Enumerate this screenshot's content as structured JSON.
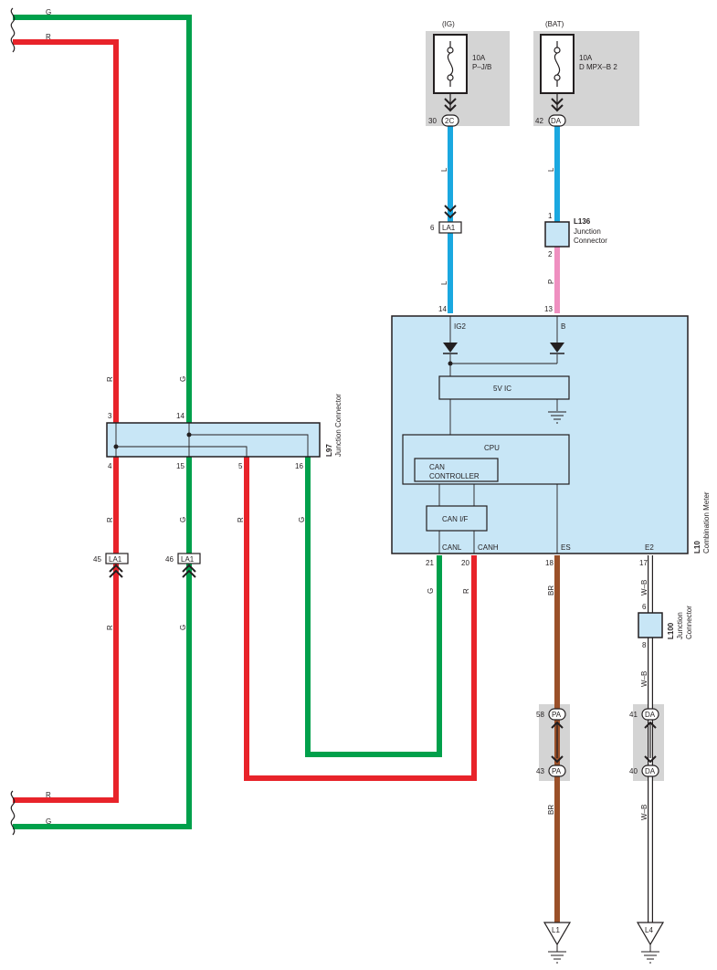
{
  "colors": {
    "red": "#e8232a",
    "green": "#00a04b",
    "blue": "#1aa8e0",
    "pink": "#ef8fc0",
    "brown": "#9a5029",
    "white_black": "#ffffff",
    "module_fill": "#c8e6f6",
    "gray_area": "#d4d4d4",
    "line": "#231f20"
  },
  "fuses": {
    "ig": {
      "source": "(IG)",
      "rating": "10A",
      "name": "P–J/B",
      "pin": "30",
      "connector": "2C"
    },
    "bat": {
      "source": "(BAT)",
      "rating": "10A",
      "name": "D MPX–B 2",
      "pin": "42",
      "connector": "DA"
    }
  },
  "wire_labels": {
    "left_red_top": "R",
    "left_green_top": "G",
    "left_red_bottom": "R",
    "left_green_bottom": "G",
    "R": "R",
    "G": "G",
    "L": "L",
    "P": "P",
    "BR": "BR",
    "WB": "W–B"
  },
  "la1_ig": {
    "pin": "6",
    "name": "LA1"
  },
  "l136": {
    "code": "L136",
    "desc1": "Junction",
    "desc2": "Connector",
    "pin_top": "1",
    "pin_bottom": "2"
  },
  "l97": {
    "code": "L97",
    "desc": "Junction Connector",
    "pins_top": [
      "3",
      "14"
    ],
    "pins_bottom": [
      "4",
      "15",
      "5",
      "16"
    ]
  },
  "la1_left": [
    {
      "pin": "45",
      "name": "LA1"
    },
    {
      "pin": "46",
      "name": "LA1"
    }
  ],
  "meter": {
    "code": "L10",
    "desc": "Combination Meter",
    "top_pins": [
      {
        "pin": "14",
        "label": "IG2"
      },
      {
        "pin": "13",
        "label": "B"
      }
    ],
    "bottom_pins": [
      {
        "pin": "21",
        "label": "CANL"
      },
      {
        "pin": "20",
        "label": "CANH"
      },
      {
        "pin": "18",
        "label": "ES"
      },
      {
        "pin": "17",
        "label": "E2"
      }
    ],
    "ic_label": "5V IC",
    "cpu_label": "CPU",
    "can_ctrl_1": "CAN",
    "can_ctrl_2": "CONTROLLER",
    "can_if": "CAN I/F"
  },
  "l100": {
    "code": "L100",
    "desc1": "Junction",
    "desc2": "Connector",
    "pin_top": "6",
    "pin_bottom": "8"
  },
  "pa_connector": {
    "pin_top": "58",
    "pin_bottom": "43",
    "name": "PA"
  },
  "da_connector": {
    "pin_top": "41",
    "pin_bottom": "40",
    "name": "DA"
  },
  "grounds": [
    {
      "name": "L1"
    },
    {
      "name": "L4"
    }
  ]
}
